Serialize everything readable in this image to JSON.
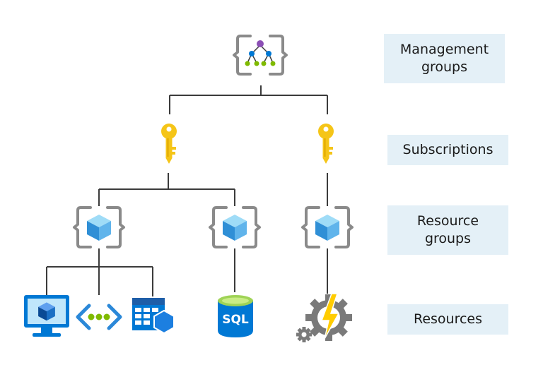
{
  "labels": {
    "management_groups": {
      "line1": "Management",
      "line2": "groups"
    },
    "subscriptions": "Subscriptions",
    "resource_groups": {
      "line1": "Resource",
      "line2": "groups"
    },
    "resources": "Resources"
  },
  "icons": {
    "management_group": "management-group-icon",
    "subscription": "key-icon",
    "resource_group": "resource-group-cube-icon",
    "virtual_machine": "virtual-machine-icon",
    "virtual_network": "virtual-network-icon",
    "storage_table": "storage-table-icon",
    "sql_database": "sql-database-icon",
    "function_app": "function-app-icon"
  },
  "resources": {
    "sql_text": "SQL"
  },
  "colors": {
    "label_background": "#e4f0f7",
    "connector": "#3b3b3b",
    "bracket": "#8a8a8a",
    "key_gold": "#f5c518",
    "azure_blue": "#0078d4",
    "cube_light": "#83c9f0",
    "network_green": "#7fba00",
    "mg_purple": "#8c4fb5",
    "gear_gray": "#7a7a7a",
    "bolt_yellow": "#ffcc00"
  }
}
